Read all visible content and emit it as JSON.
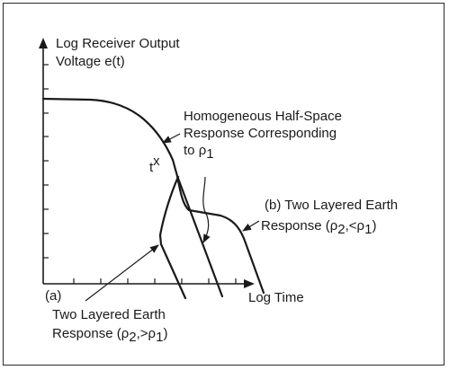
{
  "diagram": {
    "y_axis_label_line1": "Log Receiver Output",
    "y_axis_label_line2": "Voltage e(t)",
    "x_axis_label": "Log Time",
    "homogeneous_label_line1": "Homogeneous Half-Space",
    "homogeneous_label_line2": "Response Corresponding",
    "homogeneous_label_line3_prefix": "to ",
    "rho": "ρ",
    "sub_1": "1",
    "sub_2": "2",
    "power_law_base": "t",
    "power_law_exponent": "x",
    "label_b_line1": "(b) Two Layered Earth",
    "label_b_line2_prefix": "Response (",
    "label_b_relation": ",<",
    "label_b_suffix": ")",
    "label_a_marker": "(a)",
    "label_a_line1": "Two Layered Earth",
    "label_a_line2_prefix": "Response (",
    "label_a_relation": ",>",
    "label_a_suffix": ")"
  }
}
